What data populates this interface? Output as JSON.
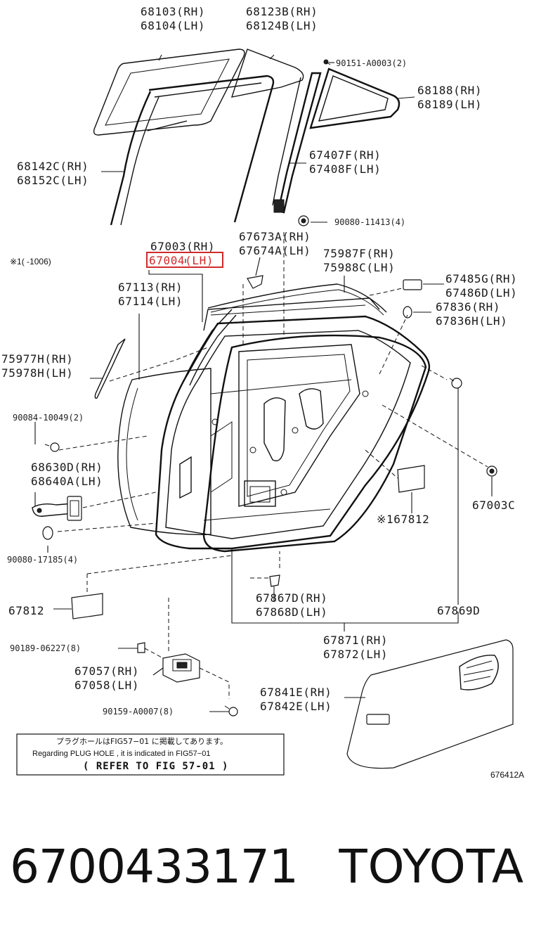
{
  "labels": {
    "l_68103": "68103(RH)",
    "l_68104": "68104(LH)",
    "l_68123B": "68123B(RH)",
    "l_68124B": "68124B(LH)",
    "l_90151": "90151-A0003(2)",
    "l_68188": "68188(RH)",
    "l_68189": "68189(LH)",
    "l_68142C": "68142C(RH)",
    "l_68152C": "68152C(LH)",
    "l_67407F": "67407F(RH)",
    "l_67408F": "67408F(LH)",
    "l_90080_11413": "90080-11413(4)",
    "l_67003": "67003(RH)",
    "l_67004": "67004(LH)",
    "l_note1006": "※1(    -1006)",
    "l_67673A": "67673A(RH)",
    "l_67674A": "67674A(LH)",
    "l_75987F": "75987F(RH)",
    "l_75988C": "75988C(LH)",
    "l_67113": "67113(RH)",
    "l_67114": "67114(LH)",
    "l_67485G": "67485G(RH)",
    "l_67486D": "67486D(LH)",
    "l_67836_rh": "67836(RH)",
    "l_67836H": "67836H(LH)",
    "l_75977H": "75977H(RH)",
    "l_75978H": "75978H(LH)",
    "l_90084": "90084-10049(2)",
    "l_68630D": "68630D(RH)",
    "l_68640A": "68640A(LH)",
    "l_67003C": "67003C",
    "l_167812": "※167812",
    "l_90080_17185": "90080-17185(4)",
    "l_67812": "67812",
    "l_67867D": "67867D(RH)",
    "l_67868D": "67868D(LH)",
    "l_67869D": "67869D",
    "l_67871": "67871(RH)",
    "l_67872": "67872(LH)",
    "l_90189": "90189-06227(8)",
    "l_67057": "67057(RH)",
    "l_67058": "67058(LH)",
    "l_67841E": "67841E(RH)",
    "l_67842E": "67842E(LH)",
    "l_90159": "90159-A0007(8)",
    "l_ref_code": "676412A"
  },
  "note": {
    "jp": "プラグホールはFIG57−01 に掲載してあります。",
    "en": "Regarding  PLUG HOLE , it is indicated in FIG57−01",
    "refer": "( REFER TO FIG 57-01 )"
  },
  "highlight": {
    "part": "67004(LH)",
    "color": "#d12a2a"
  },
  "caption": {
    "part_number": "6700433171",
    "brand": "TOYOTA"
  }
}
